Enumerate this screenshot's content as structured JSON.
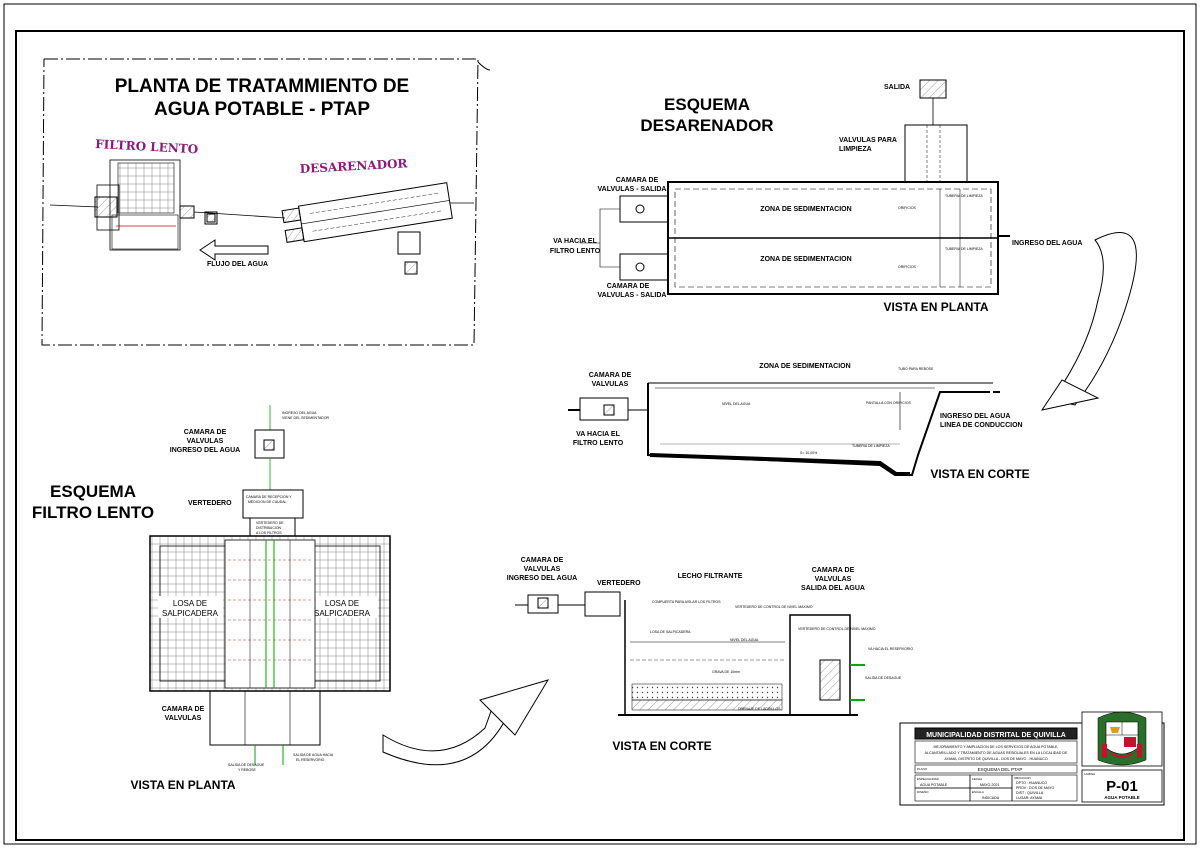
{
  "site_plan": {
    "title_line1": "PLANTA DE TRATAMMIENTO DE",
    "title_line2": "AGUA POTABLE - PTAP",
    "filtro_label": "FILTRO LENTO",
    "desarenador_label": "DESARENADOR",
    "flow_label": "FLUJO DEL AGUA",
    "accent_color": "#8b1a7a"
  },
  "desarenador": {
    "title_line1": "ESQUEMA",
    "title_line2": "DESARENADOR",
    "salida": "SALIDA",
    "valvulas_limpieza_1": "VALVULAS PARA",
    "valvulas_limpieza_2": "LIMPIEZA",
    "camara_salida_a1": "CAMARA DE",
    "camara_salida_a2": "VALVULAS - SALIDA",
    "camara_salida_b1": "CAMARA DE",
    "camara_salida_b2": "VALVULAS - SALIDA",
    "va_filtro_1": "VA HACIA EL",
    "va_filtro_2": "FILTRO LENTO",
    "zona1": "ZONA DE SEDIMENTACION",
    "zona2": "ZONA DE SEDIMENTACION",
    "ingreso": "INGRESO DEL AGUA",
    "vista_planta": "VISTA EN PLANTA",
    "tuberia_limpieza": "TUBERIA DE LIMPIEZA",
    "orificios": "ORIFICIOS"
  },
  "desarenador_corte": {
    "camara1": "CAMARA DE",
    "camara2": "VALVULAS",
    "zona": "ZONA DE SEDIMENTACION",
    "tubo_rebose": "TUBO PARA REBOSE",
    "nivel": "NIVEL DEL AGUA",
    "pantalla": "PANTALLA CON ORIFICIOS",
    "ingreso1": "INGRESO DEL AGUA",
    "ingreso2": "LINEA DE CONDUCCION",
    "va1": "VA HACIA EL",
    "va2": "FILTRO LENTO",
    "tuberia_limpieza": "TUBERIA DE LIMPIEZA",
    "slope": "S= 10.00%",
    "vista_corte": "VISTA EN CORTE"
  },
  "filtro": {
    "title_line1": "ESQUEMA",
    "title_line2": "FILTRO LENTO",
    "camara_ingreso_1": "CAMARA DE",
    "camara_ingreso_2": "VALVULAS",
    "camara_ingreso_3": "INGRESO DEL AGUA",
    "ingreso_top_1": "INGRESO DEL AGUA",
    "ingreso_top_2": "VIENE DEL SEDIMENTADOR",
    "vertedero": "VERTEDERO",
    "camara_recepcion_1": "CAMARA DE RECEPCION Y",
    "camara_recepcion_2": "MEDICION DE CAUDAL",
    "vertedero_dist_1": "VERTEDERO DE",
    "vertedero_dist_2": "DISTRIBUCION",
    "vertedero_dist_3": "A LOS FILTROS",
    "losa1_a": "LOSA DE",
    "losa1_b": "SALPICADERA",
    "losa2_a": "LOSA DE",
    "losa2_b": "SALPICADERA",
    "camara_valv_1": "CAMARA DE",
    "camara_valv_2": "VALVULAS",
    "salida_desague_1": "SALIDA DE DESAGUE",
    "salida_desague_2": "Y REBOSE",
    "salida_reservorio_1": "SALIDA DE AGUA HACIA",
    "salida_reservorio_2": "EL RESERVORIO",
    "vista_planta": "VISTA EN PLANTA"
  },
  "filtro_corte": {
    "camara_ing_1": "CAMARA DE",
    "camara_ing_2": "VALVULAS",
    "camara_ing_3": "INGRESO DEL AGUA",
    "vertedero": "VERTEDERO",
    "lecho": "LECHO FILTRANTE",
    "camara_sal_1": "CAMARA DE",
    "camara_sal_2": "VALVULAS",
    "camara_sal_3": "SALIDA DEL AGUA",
    "compuerta": "COMPUERTA PARA AISLAR LOS FILTROS",
    "vertedero_control": "VERTEDERO DE CONTROL DE NIVEL MAXIMO",
    "losa": "LOSA DE SALPICADERA",
    "nivel": "NIVEL DEL AGUA",
    "grava": "GRAVA DE 10mm",
    "drenaje": "DRENAJE DE LADRILLOS",
    "va_reservorio": "VA HACIA EL RESERVORIO",
    "salida_desague": "SALIDA DE DESAGUE",
    "vista_corte": "VISTA EN CORTE"
  },
  "title_block": {
    "entity": "MUNICIPALIDAD DISTRITAL DE QUIVILLA",
    "project_1": "MEJORAMIENTO Y AMPLIACION DE LOS SERVICIOS DE AGUA POTABLE,",
    "project_2": "ALCANTARILLADO Y TRATAMIENTO DE AGUAS RESIDUALES EN LA LOCALIDAD DE",
    "project_3": "AYAMA, DISTRITO DE QUIVILLA - DOS DE MAYO - HUANUCO",
    "plano_label": "PLANO",
    "plano_value": "ESQUEMA DEL PTAP",
    "especialidad_label": "ESPECIALIDAD",
    "especialidad_value": "AGUA POTABLE",
    "fecha_label": "FECHA",
    "fecha_value": "MAYO-2021",
    "ubicacion_label": "UBICACION",
    "dpto": "DPTO  : HUANUCO",
    "prov": "PROV  : DOS DE MAYO",
    "dist": "DIST  : QUIVILLA",
    "lugar": "LUGAR: AYAMA",
    "diseno_label": "DISEÑO",
    "escala_label": "ESCALA",
    "escala_value": "INDICADA",
    "lamina_label": "LAMINA",
    "sheet_code": "P-01",
    "sheet_sub": "AGUA POTABLE",
    "emblem_red": "#c8102e"
  }
}
